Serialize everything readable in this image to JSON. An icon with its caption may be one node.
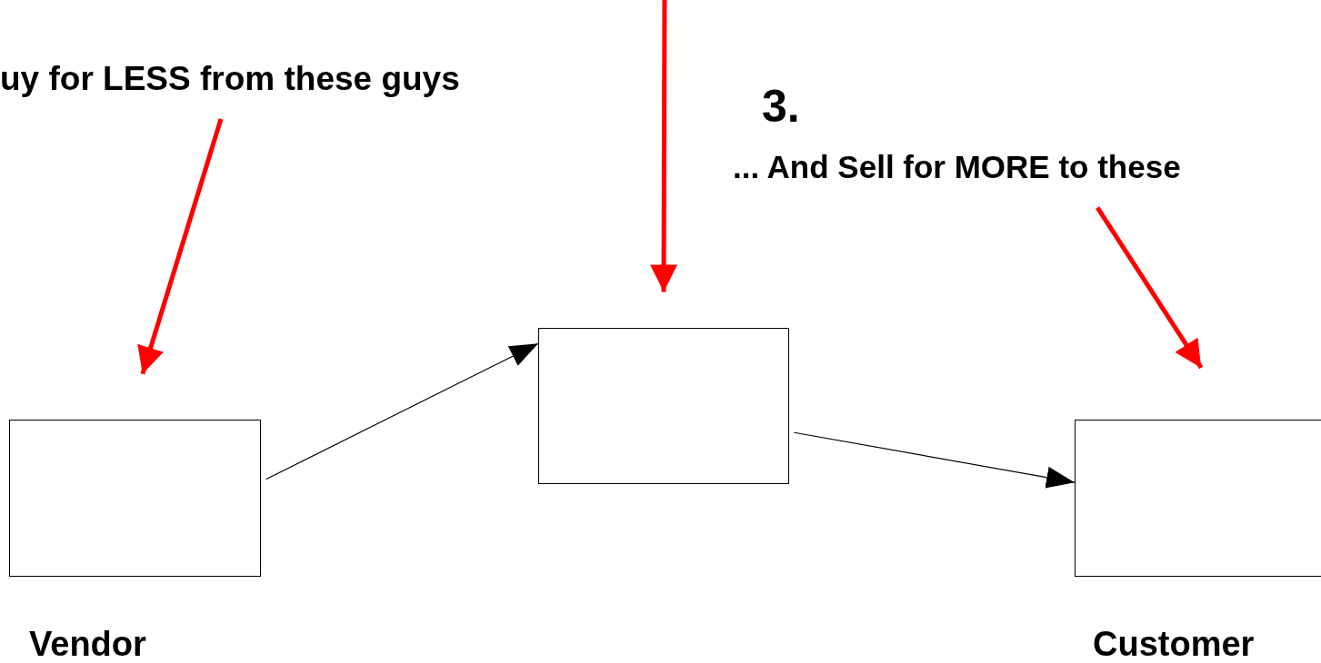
{
  "diagram": {
    "nodes": [
      {
        "text": [
          "Vendor"
        ]
      },
      {
        "text": [],
        "shape": "box"
      },
      {
        "text": [
          "Customer"
        ]
      },
      {
        "text": [
          "uy for LESS from these guys"
        ]
      },
      {
        "text": [
          "3.",
          "... And Sell for MORE to these"
        ]
      }
    ],
    "edges": [
      {
        "from": 0,
        "to": 1,
        "arrow": "to",
        "color": "#000000"
      },
      {
        "from": 1,
        "to": 2,
        "arrow": "to",
        "color": "#000000"
      },
      {
        "from": 3,
        "to": 0,
        "arrow": "to"
      },
      {
        "from": null,
        "to": 1,
        "arrow": "to"
      },
      {
        "from": 4,
        "to": 2,
        "arrow": "to"
      }
    ]
  }
}
